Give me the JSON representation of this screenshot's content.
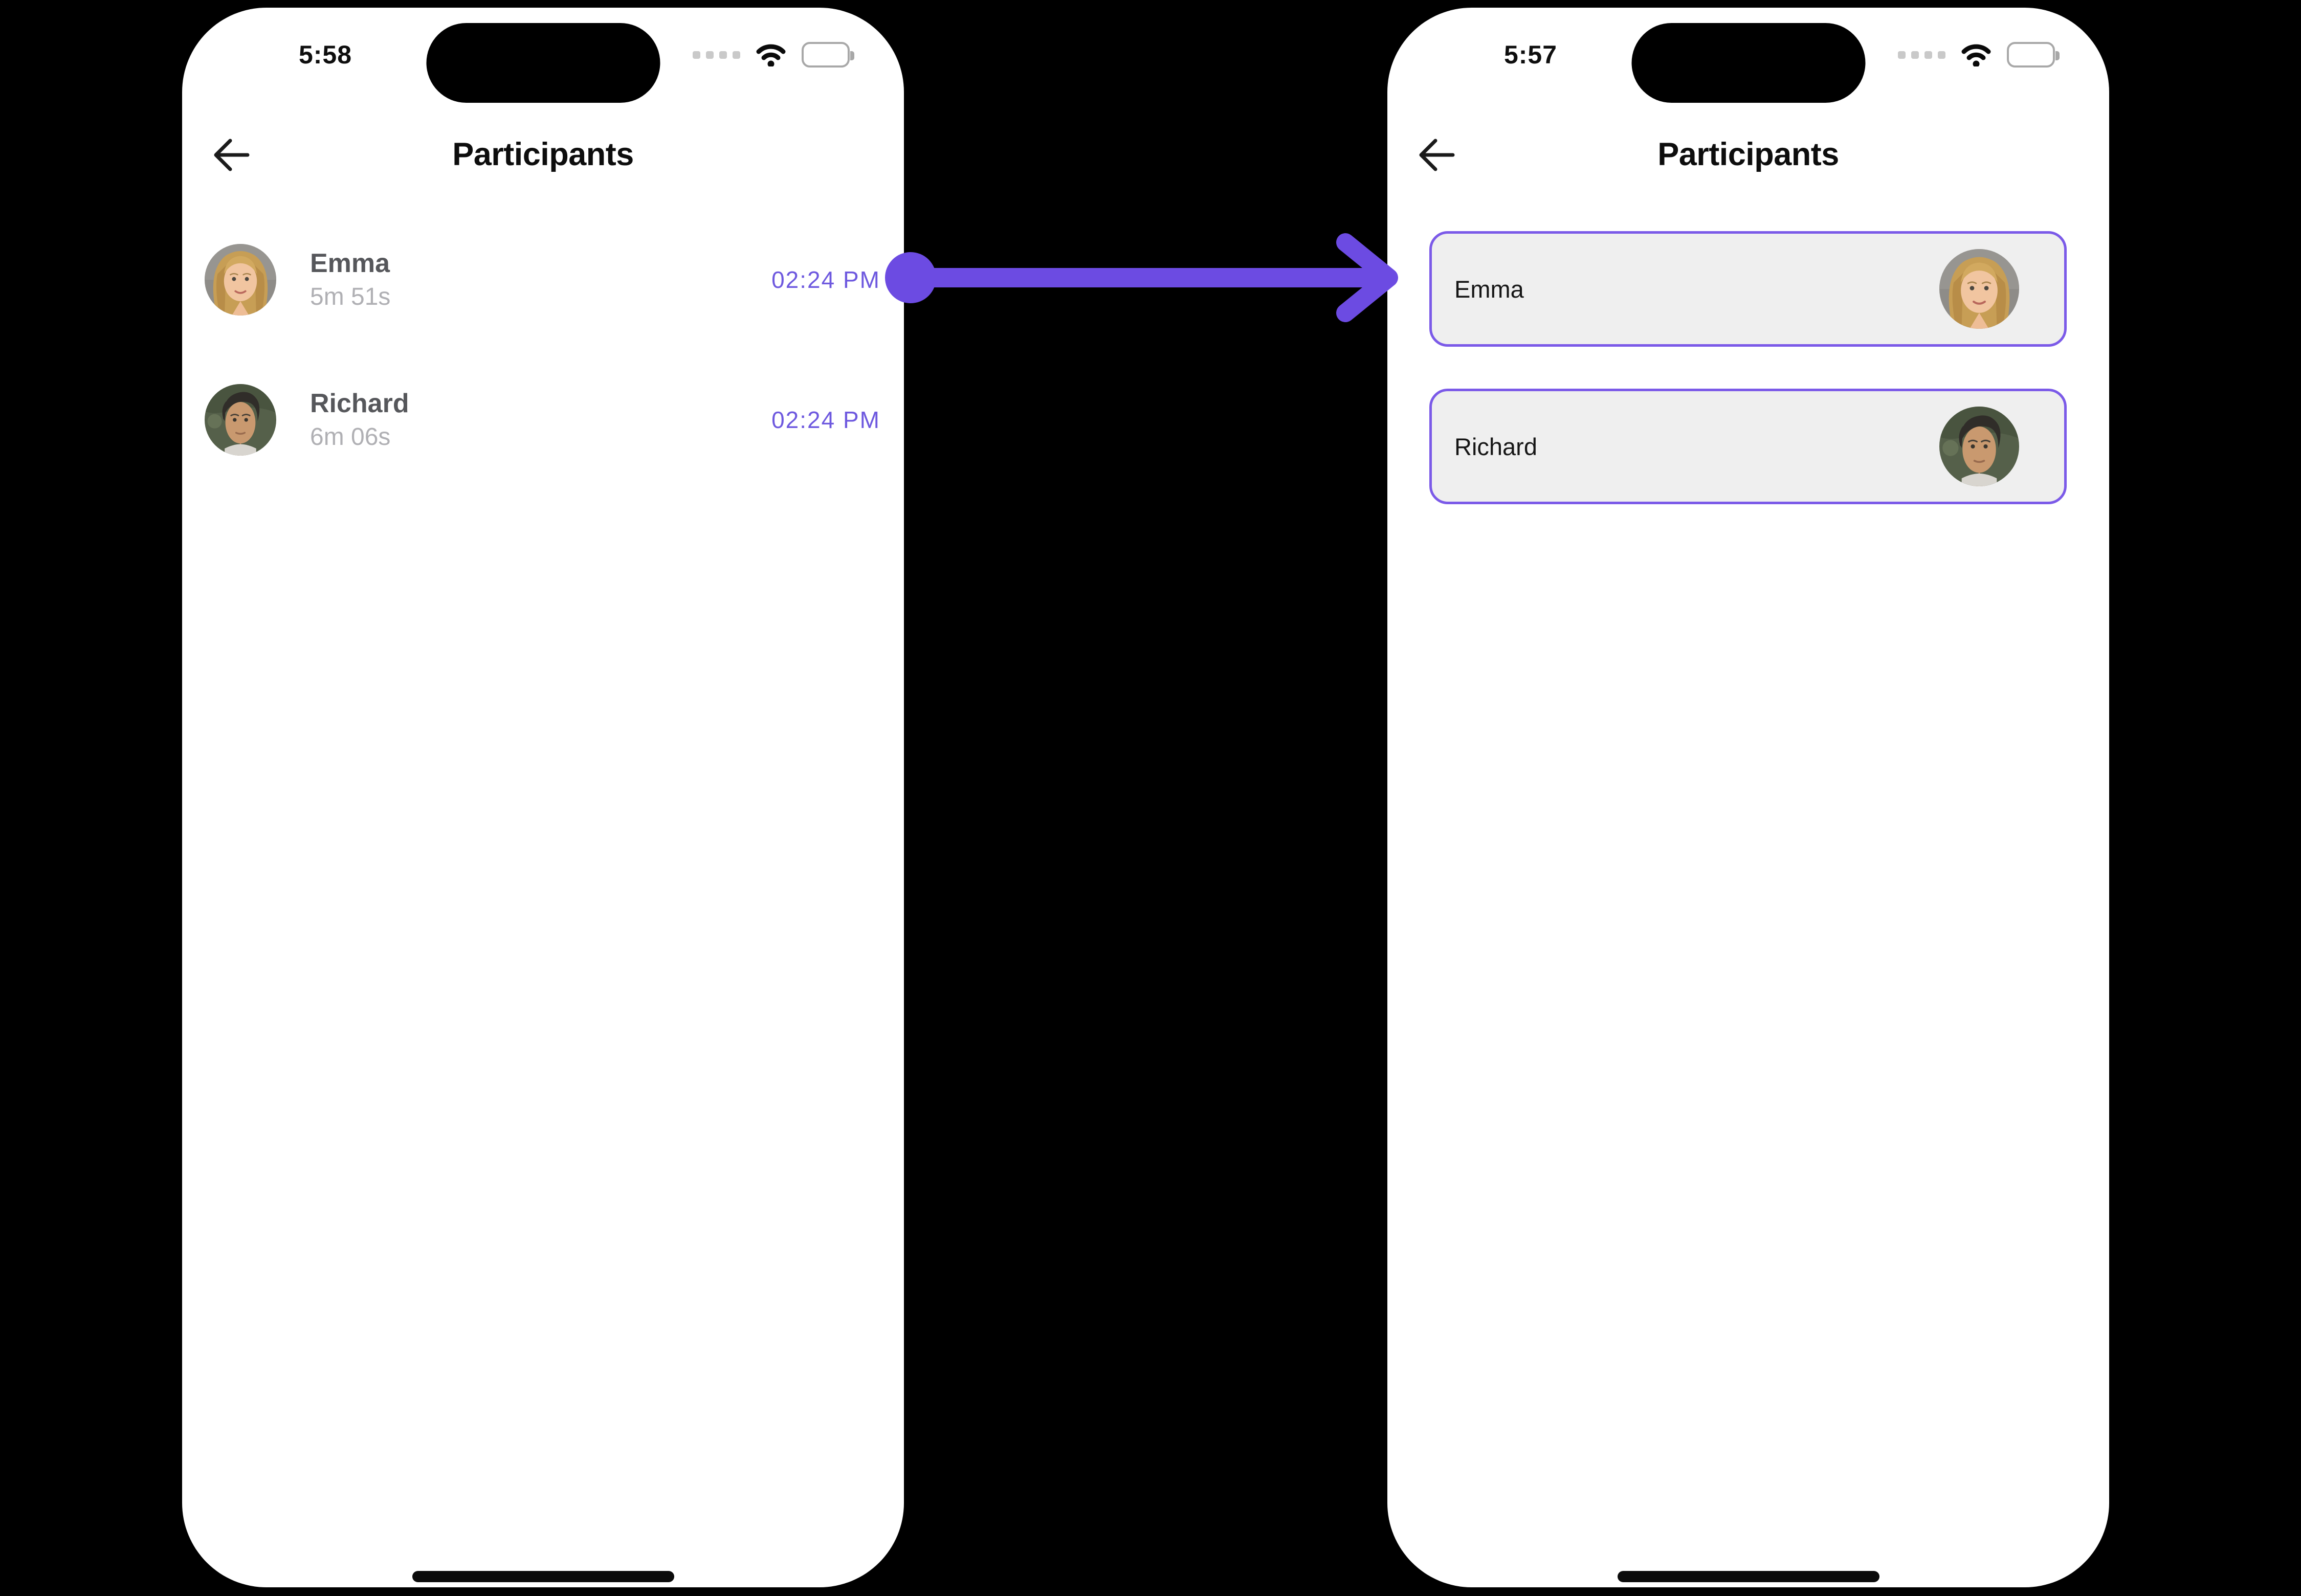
{
  "left_phone": {
    "status_bar": {
      "time": "5:58",
      "icons": [
        "cellular-dots-icon",
        "wifi-icon",
        "battery-icon"
      ]
    },
    "header": {
      "title": "Participants",
      "back_icon": "arrow-left-icon"
    },
    "participants": [
      {
        "name": "Emma",
        "duration": "5m 51s",
        "joined_time": "02:24 PM",
        "avatar": "emma-photo"
      },
      {
        "name": "Richard",
        "duration": "6m 06s",
        "joined_time": "02:24 PM",
        "avatar": "richard-photo"
      }
    ]
  },
  "right_phone": {
    "status_bar": {
      "time": "5:57",
      "icons": [
        "cellular-dots-icon",
        "wifi-icon",
        "battery-icon"
      ]
    },
    "header": {
      "title": "Participants",
      "back_icon": "arrow-left-icon"
    },
    "participants": [
      {
        "name": "Emma",
        "avatar": "emma-photo"
      },
      {
        "name": "Richard",
        "avatar": "richard-photo"
      }
    ]
  },
  "annotation_arrow": {
    "type": "arrow-right",
    "direction": "left-phone-to-right-phone"
  },
  "colors": {
    "canvas_bg": "#000000",
    "phone_bg": "#FFFFFF",
    "accent_arrow": "#6C4BE2",
    "time_text": "#6E59DF",
    "box_border": "#7B5AE8",
    "box_bg": "#EFEFEF",
    "name_text_left": "#56575B",
    "duration_text": "#B0B0B4",
    "title_text": "#0D0D0D"
  }
}
